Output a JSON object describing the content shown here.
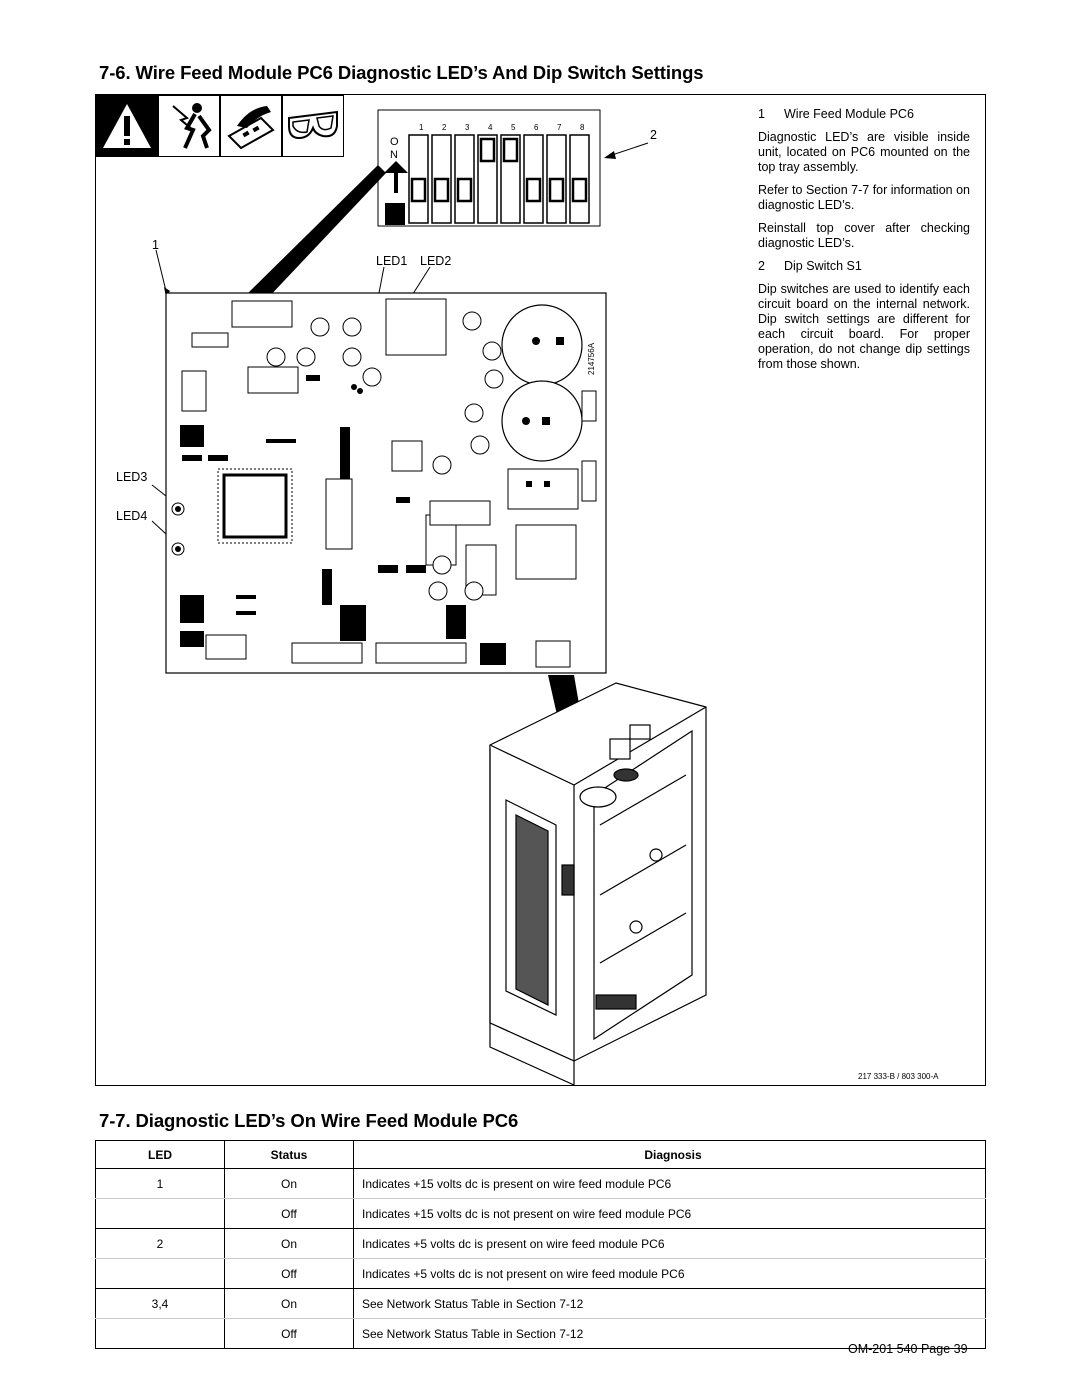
{
  "section1": {
    "heading": "7-6.  Wire Feed Module PC6 Diagnostic LED’s And Dip Switch Settings"
  },
  "safety_icons": [
    "warning-icon",
    "electric-shock-icon",
    "hot-parts-icon",
    "safety-glasses-icon"
  ],
  "notes": {
    "item1_num": "1",
    "item1_title": "Wire Feed Module PC6",
    "item1_p1": "Diagnostic LED’s are visible inside unit, located on PC6 mounted on the top tray assembly.",
    "item1_p2": "Refer to Section 7-7 for information on diagnostic LED’s.",
    "item1_p3": "Reinstall top cover after checking diagnostic LED’s.",
    "item2_num": "2",
    "item2_title": "Dip Switch  S1",
    "item2_p1": "Dip switches are used to identify each circuit board on the internal network. Dip switch settings are different for each circuit board. For proper operation, do not change dip settings from those shown."
  },
  "dip_switch": {
    "on_label_o": "O",
    "on_label_n": "N",
    "positions": [
      "1",
      "2",
      "3",
      "4",
      "5",
      "6",
      "7",
      "8"
    ],
    "callout": "2"
  },
  "board": {
    "callout1": "1",
    "led1": "LED1",
    "led2": "LED2",
    "led3": "LED3",
    "led4": "LED4",
    "part_no": "214756A"
  },
  "figure_ref": "217 333-B / 803 300-A",
  "section2": {
    "heading": "7-7.  Diagnostic LED’s On Wire Feed Module PC6"
  },
  "table": {
    "headers": [
      "LED",
      "Status",
      "Diagnosis"
    ],
    "rows": [
      {
        "led": "1",
        "status": "On",
        "diagnosis": "Indicates +15 volts dc is present on wire feed module PC6"
      },
      {
        "led": "",
        "status": "Off",
        "diagnosis": "Indicates +15 volts dc is not present on wire feed module PC6"
      },
      {
        "led": "2",
        "status": "On",
        "diagnosis": "Indicates +5 volts dc is present on wire feed module PC6"
      },
      {
        "led": "",
        "status": "Off",
        "diagnosis": "Indicates +5 volts dc is not present on wire feed module PC6"
      },
      {
        "led": "3,4",
        "status": "On",
        "diagnosis": "See Network Status Table in Section 7-12"
      },
      {
        "led": "",
        "status": "Off",
        "diagnosis": "See Network Status Table in Section 7-12"
      }
    ]
  },
  "footer": "OM-201 540 Page 39"
}
